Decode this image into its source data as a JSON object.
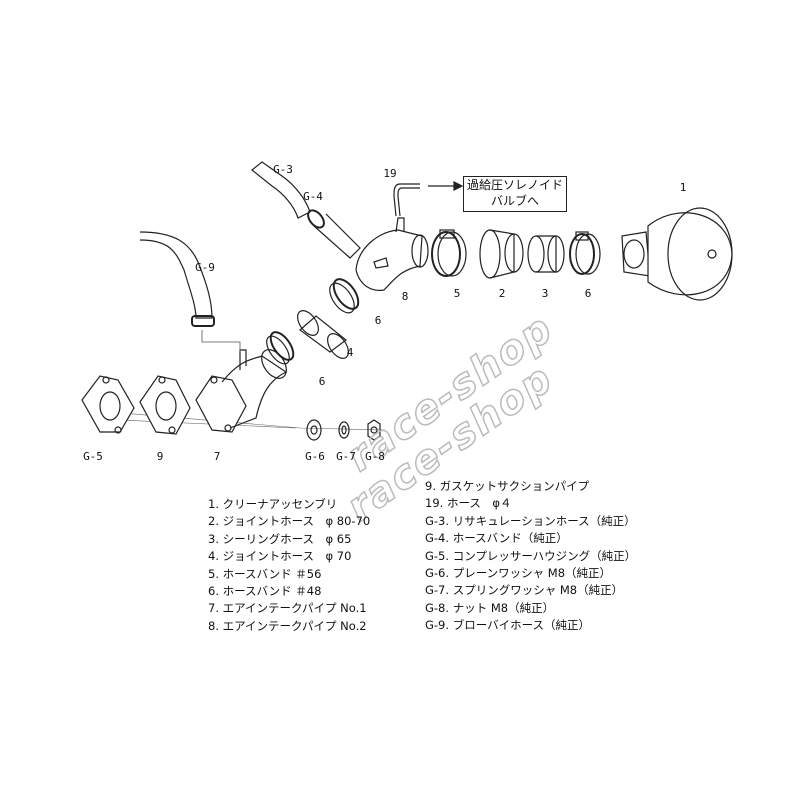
{
  "watermark": "race-shop",
  "note_box": {
    "line1": "過給圧ソレノイド",
    "line2": "バルブへ"
  },
  "callouts": {
    "g3": "G-3",
    "g4": "G-4",
    "p19": "19",
    "p1": "1",
    "g9": "G-9",
    "p8": "8",
    "p5": "5",
    "p2": "2",
    "p3": "3",
    "p6a": "6",
    "p6b": "6",
    "p4": "4",
    "p6c": "6",
    "g5": "G-5",
    "p9": "9",
    "p7": "7",
    "g6": "G-6",
    "g7": "G-7",
    "g8": "G-8"
  },
  "parts_left": [
    "1. クリーナアッセンブリ",
    "2. ジョイントホース　φ 80-70",
    "3. シーリングホース　φ 65",
    "4. ジョイントホース　φ 70",
    "5. ホースバンド ＃56",
    "6. ホースバンド ＃48",
    "7. エアインテークパイプ No.1",
    "8. エアインテークパイプ No.2"
  ],
  "parts_right": [
    "9. ガスケットサクションパイプ",
    "19. ホース　φ４",
    "G-3. リサキュレーションホース（純正）",
    "G-4. ホースバンド（純正）",
    "G-5. コンプレッサーハウジング（純正）",
    "G-6. プレーンワッシャ M8（純正）",
    "G-7. スプリングワッシャ M8（純正）",
    "G-8. ナット M8（純正）",
    "G-9. ブローバイホース（純正）"
  ]
}
